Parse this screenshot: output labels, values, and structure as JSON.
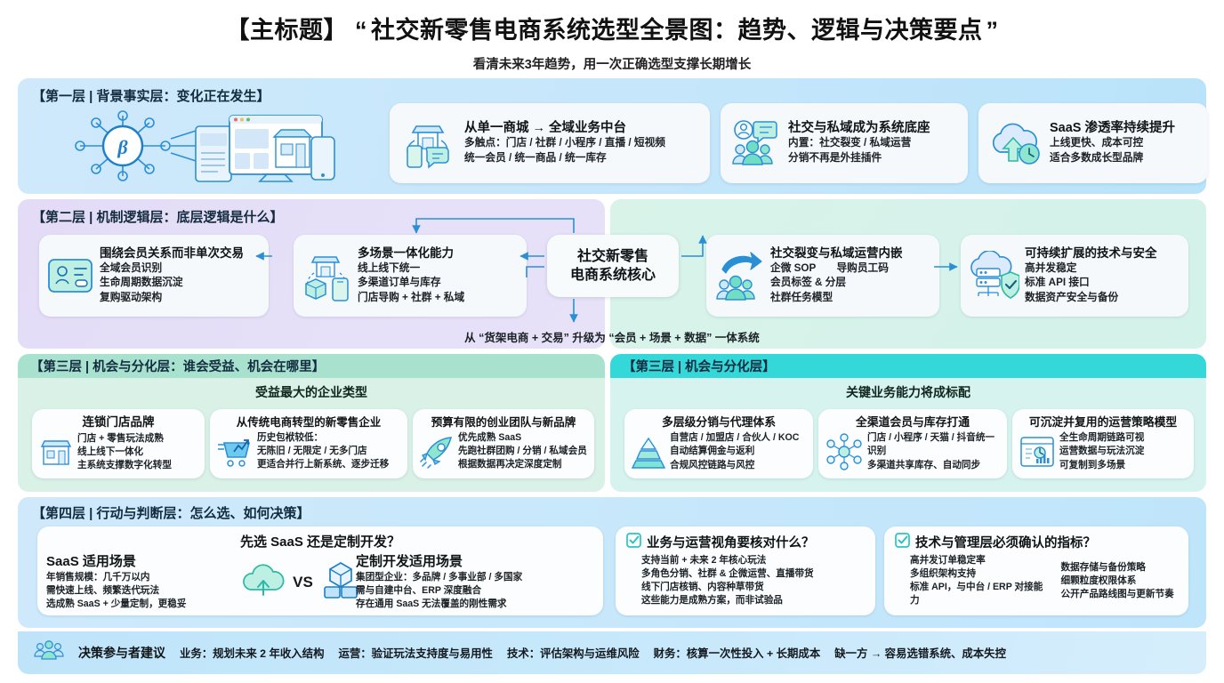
{
  "title": {
    "bracket": "【主标题】",
    "quote_open": "“",
    "highlight": "社交新零售电商系统选型全景图：趋势、逻辑与决策要点",
    "quote_close": "”",
    "subtitle": "看清未来3年趋势，用一次正确选型支撑长期增长",
    "highlight_color": "#6ee7cf"
  },
  "layer1": {
    "heading": "【第一层 | 背景事实层：变化正在发生】",
    "hero_icon": "network-devices-illustration",
    "cards": [
      {
        "icon": "storefront-mobile-chat-icon",
        "title": "从单一商城 → 全域业务中台",
        "lines": [
          "多触点：门店 / 社群 / 小程序 / 直播 / 短视频",
          "统一会员 / 统一商品 / 统一库存"
        ]
      },
      {
        "icon": "user-chat-group-icon",
        "title": "社交与私域成为系统底座",
        "lines": [
          "内置：社交裂变 / 私域运营",
          "分销不再是外挂插件"
        ]
      },
      {
        "icon": "cloud-upload-clock-icon",
        "title": "SaaS 渗透率持续提升",
        "lines": [
          "上线更快、成本可控",
          "适合多数成长型品牌"
        ]
      }
    ]
  },
  "layer2": {
    "heading_left": "【第二层 | 机制逻辑层：底层逻辑是什么】",
    "hub": [
      "社交新零售",
      "电商系统核心"
    ],
    "footnote": "从 “货架电商 + 交易” 升级为 “会员 + 场景 + 数据” 一体系统",
    "cards_left": [
      {
        "icon": "member-card-icon",
        "title": "围绕会员关系而非单次交易",
        "lines": [
          "全域会员识别",
          "生命周期数据沉淀",
          "复购驱动架构"
        ]
      },
      {
        "icon": "store-box-phone-icon",
        "title": "多场景一体化能力",
        "lines": [
          "线上线下统一",
          "多渠道订单与库存",
          "门店导购 + 社群 + 私域"
        ]
      }
    ],
    "cards_right": [
      {
        "icon": "share-people-icon",
        "title": "社交裂变与私域运营内嵌",
        "lines": [
          "企微 SOP　　导购员工码",
          "会员标签 & 分层",
          "社群任务模型"
        ]
      },
      {
        "icon": "cloud-server-shield-icon",
        "title": "可持续扩展的技术与安全",
        "lines": [
          "高并发稳定",
          "标准 API 接口",
          "数据资产安全与备份"
        ]
      }
    ]
  },
  "layer3": {
    "heading": "【第三层 | 机会与分化层：谁会受益、机会在哪里】",
    "caption": "受益最大的企业类型",
    "cards": [
      {
        "icon": "chain-store-icon",
        "title": "连锁门店品牌",
        "lines": [
          "门店 + 零售玩法成熟",
          "线上线下一体化",
          "主系统支撑数字化转型"
        ]
      },
      {
        "icon": "shopping-cart-growth-icon",
        "title": "从传统电商转型的新零售企业",
        "lines": [
          "历史包袱较低：",
          "无陈旧 / 无限定 / 无多门店",
          "更适合并行上新系统、逐步迁移"
        ]
      },
      {
        "icon": "rocket-icon",
        "title": "预算有限的创业团队与新品牌",
        "lines": [
          "优先成熟 SaaS",
          "先跑社群团购 / 分销 / 私域会员",
          "根据数据再决定深度定制"
        ]
      }
    ]
  },
  "layer3b": {
    "heading": "【第三层 | 机会与分化层】",
    "caption": "关键业务能力将成标配",
    "cards": [
      {
        "icon": "pyramid-tiers-icon",
        "title": "多层级分销与代理体系",
        "lines": [
          "自营店 / 加盟店 / 合伙人 / KOC",
          "自动结算佣金与返利",
          "合规风控链路与风控"
        ]
      },
      {
        "icon": "omnichannel-network-icon",
        "title": "全渠道会员与库存打通",
        "lines": [
          "门店 / 小程序 / 天猫 / 抖音统一识别",
          "多渠道共享库存、自动同步"
        ]
      },
      {
        "icon": "dashboard-report-icon",
        "title": "可沉淀并复用的运营策略模型",
        "lines": [
          "全生命周期链路可视",
          "运营数据与玩法沉淀",
          "可复制到多场景"
        ]
      }
    ]
  },
  "layer4": {
    "heading": "【第四层 | 行动与判断层：怎么选、如何决策】",
    "question": "先选 SaaS 还是定制开发？",
    "vs_label": "VS",
    "left": {
      "icon": "cloud-upload-icon",
      "title": "SaaS 适用场景",
      "lines": [
        "年销售规模：几千万以内",
        "需快速上线、频繁迭代玩法",
        "选成熟 SaaS + 少量定制，更稳妥"
      ]
    },
    "right": {
      "icon": "custom-build-blocks-icon",
      "title": "定制开发适用场景",
      "lines": [
        "集团型企业：多品牌 / 多事业部 / 多国家",
        "需与自建中台、ERP 深度融合",
        "存在通用 SaaS 无法覆盖的刚性需求"
      ]
    },
    "check_cards": [
      {
        "icon": "check-square-icon",
        "title": "业务与运营视角要核对什么？",
        "lines": [
          "支持当前 + 未来 2 年核心玩法",
          "多角色分销、社群 & 企微运营、直播带货",
          "线下门店核销、内容种草带货",
          "这些能力是成熟方案，而非试验品"
        ]
      },
      {
        "icon": "check-square-icon",
        "title": "技术与管理层必须确认的指标？",
        "columns": [
          [
            "高并发订单稳定率",
            "多组织架构支持",
            "标准 API，与中台 / ERP 对接能力"
          ],
          [
            "数据存储与备份策略",
            "细颗粒度权限体系",
            "公开产品路线图与更新节奏"
          ]
        ]
      }
    ]
  },
  "footer": {
    "icon": "people-group-icon",
    "label": "决策参与者建议",
    "items": [
      "业务：规划未来 2 年收入结构",
      "运营：验证玩法支持度与易用性",
      "技术：评估架构与运维风险",
      "财务：核算一次性投入 + 长期成本",
      "缺一方 → 容易选错系统、成本失控"
    ]
  }
}
